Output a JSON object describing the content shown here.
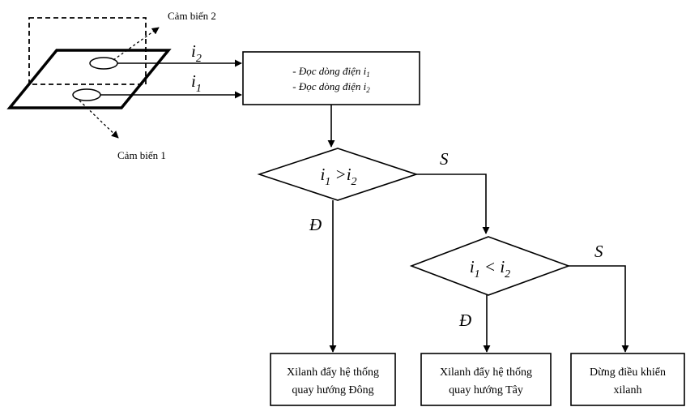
{
  "sensor": {
    "sensor2_label": "Cảm biến 2",
    "sensor1_label": "Cảm biến 1"
  },
  "signals": {
    "i2": {
      "base": "i",
      "sub": "2"
    },
    "i1": {
      "base": "i",
      "sub": "1"
    }
  },
  "read_box": {
    "line1_prefix": "- Đọc dòng điện i",
    "line1_sub": "1",
    "line2_prefix": "- Đọc dòng điện i",
    "line2_sub": "2"
  },
  "decision1": {
    "a": "i",
    "a_sub": "1",
    "op": " >",
    "b": "i",
    "b_sub": "2",
    "yes_label": "Đ",
    "no_label": "S"
  },
  "decision2": {
    "a": "i",
    "a_sub": "1",
    "op": " < ",
    "b": "i",
    "b_sub": "2",
    "yes_label": "Đ",
    "no_label": "S"
  },
  "outputs": {
    "east": {
      "line1": "Xilanh đẩy hệ thống",
      "line2": "quay hướng Đông"
    },
    "west": {
      "line1": "Xilanh đẩy hệ thống",
      "line2": "quay hướng Tây"
    },
    "stop": {
      "line1": "Dừng điều khiển",
      "line2": "xilanh"
    }
  }
}
